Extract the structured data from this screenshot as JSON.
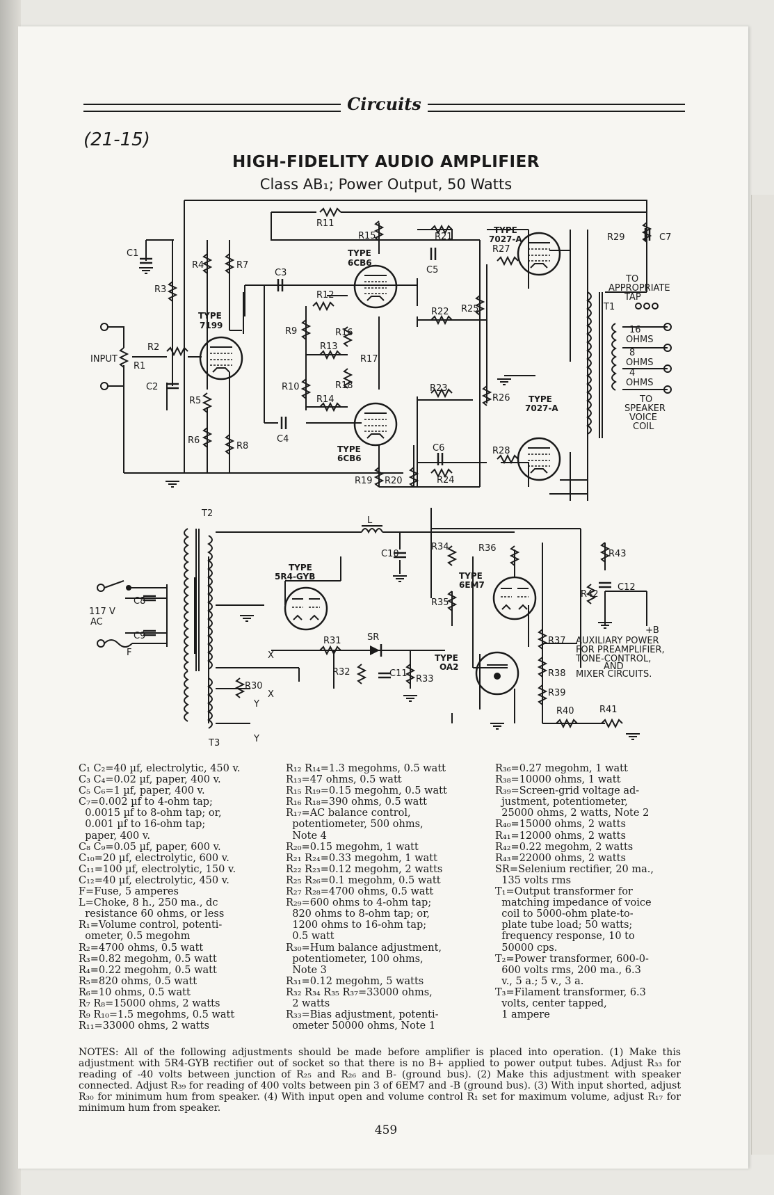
{
  "header": {
    "section_title": "Circuits"
  },
  "figure": {
    "number": "(21-15)",
    "title": "HIGH-FIDELITY AUDIO AMPLIFIER",
    "subtitle": "Class AB₁; Power Output, 50 Watts"
  },
  "schematic": {
    "tube_labels": {
      "v7199_type": "TYPE",
      "v7199_name": "7199",
      "v6cb6_top_type": "TYPE",
      "v6cb6_top_name": "6CB6",
      "v6cb6_bot_type": "TYPE",
      "v6cb6_bot_name": "6CB6",
      "v7027_top_type": "TYPE",
      "v7027_top_name": "7027-A",
      "v7027_bot_type": "TYPE",
      "v7027_bot_name": "7027-A",
      "v5r4_type": "TYPE",
      "v5r4_name": "5R4-GYB",
      "v6em7_type": "TYPE",
      "v6em7_name": "6EM7",
      "voa2_type": "TYPE",
      "voa2_name": "OA2"
    },
    "labels": {
      "input": "INPUT",
      "mains_volts": "117 V",
      "mains_ac": "AC",
      "fuse": "F",
      "to_tap_1": "TO",
      "to_tap_2": "APPROPRIATE",
      "to_tap_3": "TAP",
      "ohms16": "16",
      "ohms8": "8",
      "ohms4": "4",
      "ohms_word": "OHMS",
      "to_spk_1": "TO",
      "to_spk_2": "SPEAKER",
      "to_spk_3": "VOICE",
      "to_spk_4": "COIL",
      "aux_bplus": "+B",
      "aux_1": "AUXILIARY POWER",
      "aux_2": "FOR PREAMPLIFIER,",
      "aux_3": "TONE-CONTROL,",
      "aux_4": "AND",
      "aux_5": "MIXER CIRCUITS.",
      "sr": "SR",
      "x": "X",
      "y": "Y"
    },
    "components": {
      "R1": "R1",
      "R2": "R2",
      "R3": "R3",
      "R4": "R4",
      "R5": "R5",
      "R6": "R6",
      "R7": "R7",
      "R8": "R8",
      "R9": "R9",
      "R10": "R10",
      "R11": "R11",
      "R12": "R12",
      "R13": "R13",
      "R14": "R14",
      "R15": "R15",
      "R16": "R16",
      "R17": "R17",
      "R18": "R18",
      "R19": "R19",
      "R20": "R20",
      "R21": "R21",
      "R22": "R22",
      "R23": "R23",
      "R24": "R24",
      "R25": "R25",
      "R26": "R26",
      "R27": "R27",
      "R28": "R28",
      "R29": "R29",
      "R30": "R30",
      "R31": "R31",
      "R32": "R32",
      "R33": "R33",
      "R34": "R34",
      "R35": "R35",
      "R36": "R36",
      "R37": "R37",
      "R38": "R38",
      "R39": "R39",
      "R40": "R40",
      "R41": "R41",
      "R42": "R42",
      "R43": "R43",
      "C1": "C1",
      "C2": "C2",
      "C3": "C3",
      "C4": "C4",
      "C5": "C5",
      "C6": "C6",
      "C7": "C7",
      "C8": "C8",
      "C9": "C9",
      "C10": "C10",
      "C11": "C11",
      "C12": "C12",
      "L": "L",
      "T1": "T1",
      "T2": "T2",
      "T3": "T3"
    }
  },
  "parts_list": {
    "col1": [
      "C₁ C₂=40 µf, electrolytic, 450 v.",
      "C₃ C₄=0.02 µf, paper, 400 v.",
      "C₅ C₆=1 µf, paper, 400 v.",
      "C₇=0.002 µf to 4-ohm tap;",
      "  0.0015 µf to 8-ohm tap; or,",
      "  0.001 µf to 16-ohm tap;",
      "  paper, 400 v.",
      "C₈ C₉=0.05 µf, paper, 600 v.",
      "C₁₀=20 µf, electrolytic, 600 v.",
      "C₁₁=100 µf, electrolytic, 150 v.",
      "C₁₂=40 µf, electrolytic, 450 v.",
      "F=Fuse, 5 amperes",
      "L=Choke, 8 h., 250 ma., dc",
      "  resistance 60 ohms, or less",
      "R₁=Volume control, potenti-",
      "  ometer, 0.5 megohm",
      "R₂=4700 ohms, 0.5 watt",
      "R₃=0.82 megohm, 0.5 watt",
      "R₄=0.22 megohm, 0.5 watt",
      "R₅=820 ohms, 0.5 watt",
      "R₆=10 ohms, 0.5 watt",
      "R₇ R₈=15000 ohms, 2 watts",
      "R₉ R₁₀=1.5 megohms, 0.5 watt",
      "R₁₁=33000 ohms, 2 watts"
    ],
    "col2": [
      "R₁₂ R₁₄=1.3 megohms, 0.5 watt",
      "R₁₃=47 ohms, 0.5 watt",
      "R₁₅ R₁₉=0.15 megohm, 0.5 watt",
      "R₁₆ R₁₈=390 ohms, 0.5 watt",
      "R₁₇=AC balance control,",
      "  potentiometer, 500 ohms,",
      "  Note 4",
      "R₂₀=0.15 megohm, 1 watt",
      "R₂₁ R₂₄=0.33 megohm, 1 watt",
      "R₂₂ R₂₃=0.12 megohm, 2 watts",
      "R₂₅ R₂₆=0.1 megohm, 0.5 watt",
      "R₂₇ R₂₈=4700 ohms, 0.5 watt",
      "R₂₉=600 ohms to 4-ohm tap;",
      "  820 ohms to 8-ohm tap; or,",
      "  1200 ohms to 16-ohm tap;",
      "  0.5 watt",
      "R₃₀=Hum balance adjustment,",
      "  potentiometer, 100 ohms,",
      "  Note 3",
      "R₃₁=0.12 megohm, 5 watts",
      "R₃₂ R₃₄ R₃₅ R₃₇=33000 ohms,",
      "  2 watts",
      "R₃₃=Bias adjustment, potenti-",
      "  ometer 50000 ohms, Note 1"
    ],
    "col3": [
      "R₃₆=0.27 megohm, 1 watt",
      "R₃₈=10000 ohms, 1 watt",
      "R₃₉=Screen-grid voltage ad-",
      "  justment, potentiometer,",
      "  25000 ohms, 2 watts, Note 2",
      "R₄₀=15000 ohms, 2 watts",
      "R₄₁=12000 ohms, 2 watts",
      "R₄₂=0.22 megohm, 2 watts",
      "R₄₃=22000 ohms, 2 watts",
      "SR=Selenium rectifier, 20 ma.,",
      "  135 volts rms",
      "T₁=Output transformer for",
      "  matching impedance of voice",
      "  coil to 5000-ohm plate-to-",
      "  plate tube load; 50 watts;",
      "  frequency response, 10 to",
      "  50000 cps.",
      "T₂=Power transformer, 600-0-",
      "  600 volts rms, 200 ma., 6.3",
      "  v., 5 a.; 5 v., 3 a.",
      "T₃=Filament transformer, 6.3",
      "  volts, center tapped,",
      "  1 ampere"
    ]
  },
  "notes": {
    "text": "NOTES: All of the following adjustments should be made before amplifier is placed into operation. (1) Make this adjustment with 5R4-GYB rectifier out of socket so that there is no B+ applied to power output tubes. Adjust R₃₃ for reading of -40 volts between junction of R₂₅ and R₂₆ and B- (ground bus). (2) Make this adjustment with speaker connected. Adjust R₃₉ for reading of 400 volts between pin 3 of 6EM7 and -B (ground bus). (3) With input shorted, adjust R₃₀ for minimum hum from speaker. (4) With input open and volume control R₁ set for maximum volume, adjust R₁₇ for minimum hum from speaker."
  },
  "page_number": "459"
}
